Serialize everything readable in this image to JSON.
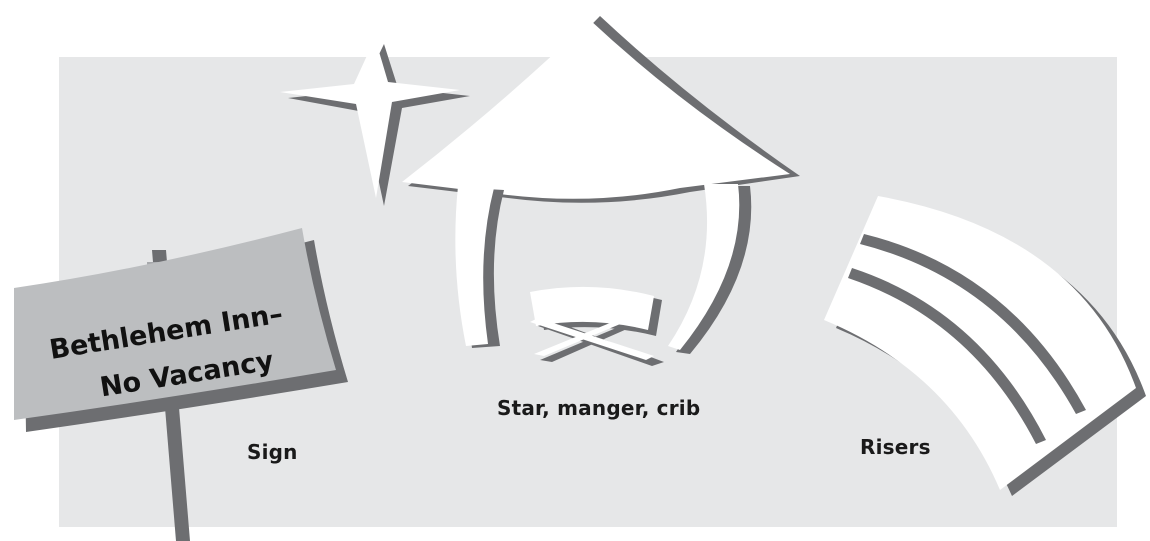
{
  "sign": {
    "board_line1": "Bethlehem Inn–",
    "board_line2": "No Vacancy",
    "caption": "Sign"
  },
  "stable": {
    "caption": "Star, manger, crib"
  },
  "risers": {
    "caption": "Risers"
  },
  "colors": {
    "backdrop": "#e6e7e8",
    "shape_fill": "#ffffff",
    "shadow": "#6d6e71",
    "sign_board": "#bcbec0",
    "ink": "#111111"
  }
}
